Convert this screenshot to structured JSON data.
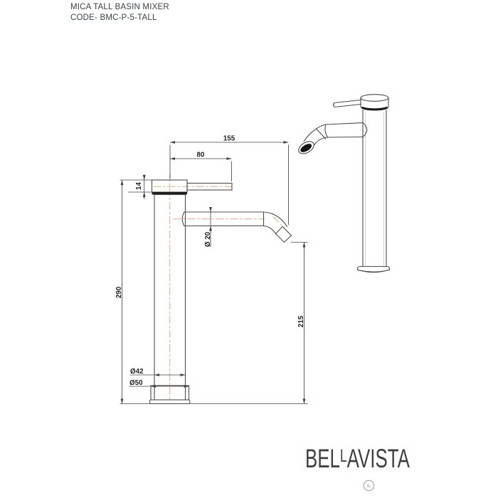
{
  "header": {
    "title": "MICA TALL BASIN MIXER",
    "code": "CODE- BMC-P-5-TALL"
  },
  "drawing": {
    "dimensions": {
      "total_reach": "155",
      "handle_length": "80",
      "top_cap_height": "14",
      "body_height": "290",
      "spout_height": "215",
      "spout_diameter": "Ø 20",
      "body_diameter": "Ø42",
      "base_diameter": "Ø50"
    },
    "colors": {
      "outline": "#4c4c4c",
      "centerline": "#dcab81",
      "dimension_text": "#222222"
    }
  },
  "brand": {
    "wordmark_pre": "BEL",
    "wordmark_small_l": "L",
    "wordmark_post": "AVISTA",
    "monogram": "IL"
  }
}
